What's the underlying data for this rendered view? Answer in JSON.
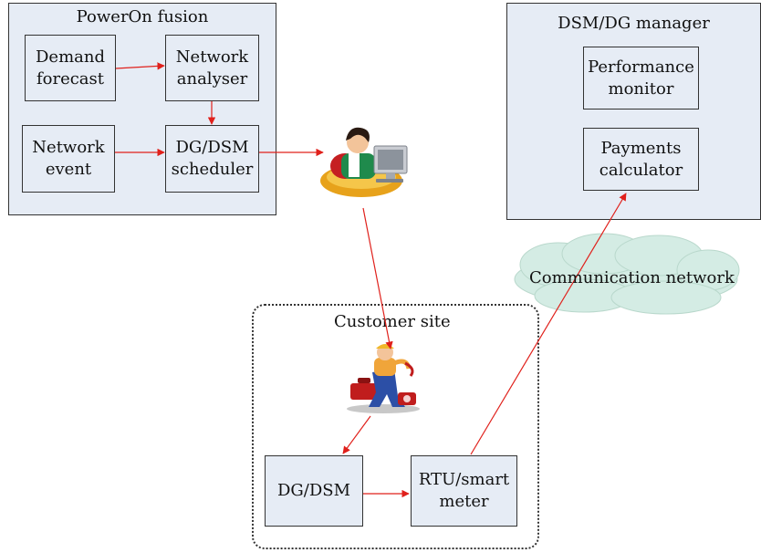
{
  "poweron": {
    "title": "PowerOn fusion",
    "demand_forecast": "Demand\nforecast",
    "network_analyser": "Network\nanalyser",
    "network_event": "Network\nevent",
    "dg_dsm_scheduler": "DG/DSM\nscheduler"
  },
  "manager": {
    "title": "DSM/DG manager",
    "performance_monitor": "Performance\nmonitor",
    "payments_calculator": "Payments\ncalculator"
  },
  "network": {
    "label": "Communication network"
  },
  "customer_site": {
    "title": "Customer site",
    "dg_dsm": "DG/DSM",
    "rtu_meter": "RTU/smart\nmeter"
  },
  "colors": {
    "panel_fill": "#e6ecf5",
    "arrow": "#e0201b",
    "cloud": "#d4ece4"
  },
  "icons": {
    "operator": "operator-at-computer-icon",
    "technician": "technician-with-phone-icon"
  }
}
